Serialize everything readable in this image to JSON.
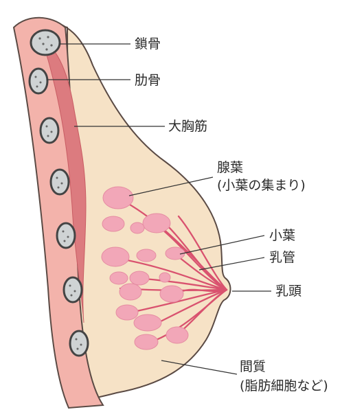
{
  "labels": {
    "clavicle": "鎖骨",
    "rib": "肋骨",
    "pectoralis_major": "大胸筋",
    "mammary_gland": "腺葉",
    "mammary_gland_note": "(小葉の集まり)",
    "lobule": "小葉",
    "milk_duct": "乳管",
    "nipple": "乳頭",
    "stroma": "間質",
    "stroma_note": "(脂肪細胞など)"
  },
  "colors": {
    "skin": "#f6e2c6",
    "chest_wall": "#f3b3ab",
    "muscle": "#dc7b7f",
    "lobule_fill": "#f2a7b8",
    "duct": "#d9526f",
    "bone_fill": "#cfd3d4",
    "outline": "#5a4a44"
  }
}
